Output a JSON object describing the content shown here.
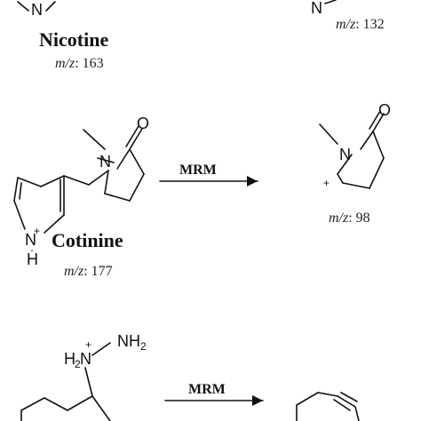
{
  "molecules": {
    "nicotine": {
      "name": "Nicotine",
      "mz_prefix": "m/z",
      "mz_value": ": 163",
      "atom_n": "N"
    },
    "fragment_132": {
      "mz_prefix": "m/z",
      "mz_value": ": 132",
      "atom_n": "N"
    },
    "cotinine": {
      "name": "Cotinine",
      "mz_prefix": "m/z",
      "mz_value": ": 177",
      "atom_n_ring": "N",
      "atom_o": "O",
      "atom_n_pyridinium": "N",
      "charge": "+",
      "atom_h": "H"
    },
    "fragment_98": {
      "mz_prefix": "m/z",
      "mz_value": ": 98",
      "atom_n": "N",
      "atom_o": "O",
      "charge": "+"
    },
    "hydrazine_compound": {
      "atom_h2n": "H",
      "sub2": "2",
      "atom_n_left": "N",
      "charge": "+",
      "atom_n_right": "NH",
      "sub2b": "2"
    }
  },
  "arrows": [
    {
      "label": "MRM"
    },
    {
      "label": "MRM"
    }
  ]
}
